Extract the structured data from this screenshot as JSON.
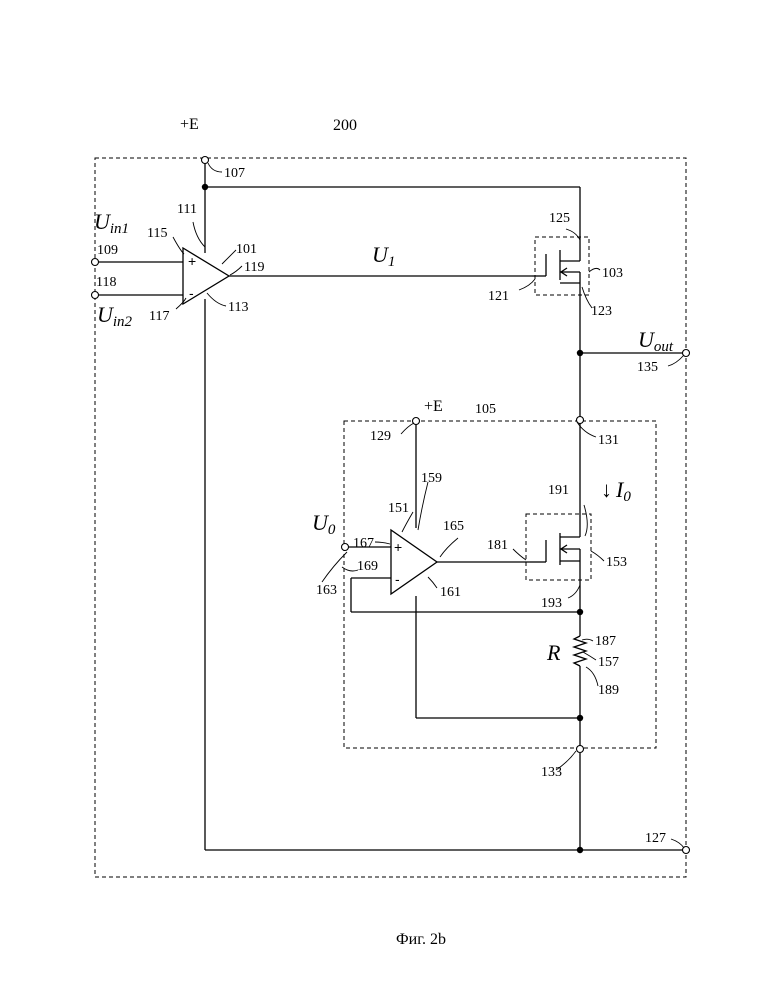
{
  "labels": {
    "supply_top": "+E",
    "supply_inner": "+E",
    "block_outer": "200",
    "block_inner": "105",
    "caption": "Фиг. 2b"
  },
  "refs": {
    "n101": "101",
    "n103": "103",
    "n107": "107",
    "n109": "109",
    "n111": "111",
    "n113": "113",
    "n115": "115",
    "n117": "117",
    "n118": "118",
    "n119": "119",
    "n121": "121",
    "n123": "123",
    "n125": "125",
    "n127": "127",
    "n129": "129",
    "n131": "131",
    "n133": "133",
    "n135": "135",
    "n151": "151",
    "n153": "153",
    "n157": "157",
    "n159": "159",
    "n161": "161",
    "n163": "163",
    "n165": "165",
    "n167": "167",
    "n169": "169",
    "n181": "181",
    "n187": "187",
    "n189": "189",
    "n191": "191",
    "n193": "193"
  },
  "signals": {
    "uin1_main": "U",
    "uin1_sub": "in1",
    "uin2_main": "U",
    "uin2_sub": "in2",
    "u1_main": "U",
    "u1_sub": "1",
    "uout_main": "U",
    "uout_sub": "out",
    "u0_main": "U",
    "u0_sub": "0",
    "i0_arrow": "↓",
    "i0_main": "I",
    "i0_sub": "0",
    "r": "R"
  },
  "pins": {
    "plus": "+",
    "minus": "-"
  }
}
